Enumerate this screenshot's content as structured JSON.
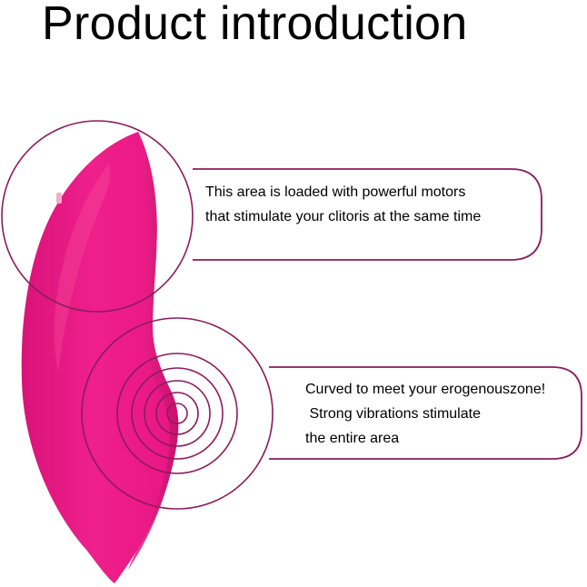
{
  "title": "Product introduction",
  "colors": {
    "product": "#ef1f8b",
    "product_shadow": "#cc116f",
    "accent": "#8c1b5e",
    "text": "#000000",
    "background": "#ffffff"
  },
  "callouts": [
    {
      "lines": [
        "This area is loaded with powerful motors",
        "that stimulate your clitoris at the same time"
      ]
    },
    {
      "lines": [
        "Curved to meet your erogenouszone!",
        " Strong vibrations stimulate",
        "the entire area"
      ]
    }
  ],
  "icons": [
    "product-image",
    "vibration-rings-icon",
    "magnifier-circle-icon"
  ]
}
